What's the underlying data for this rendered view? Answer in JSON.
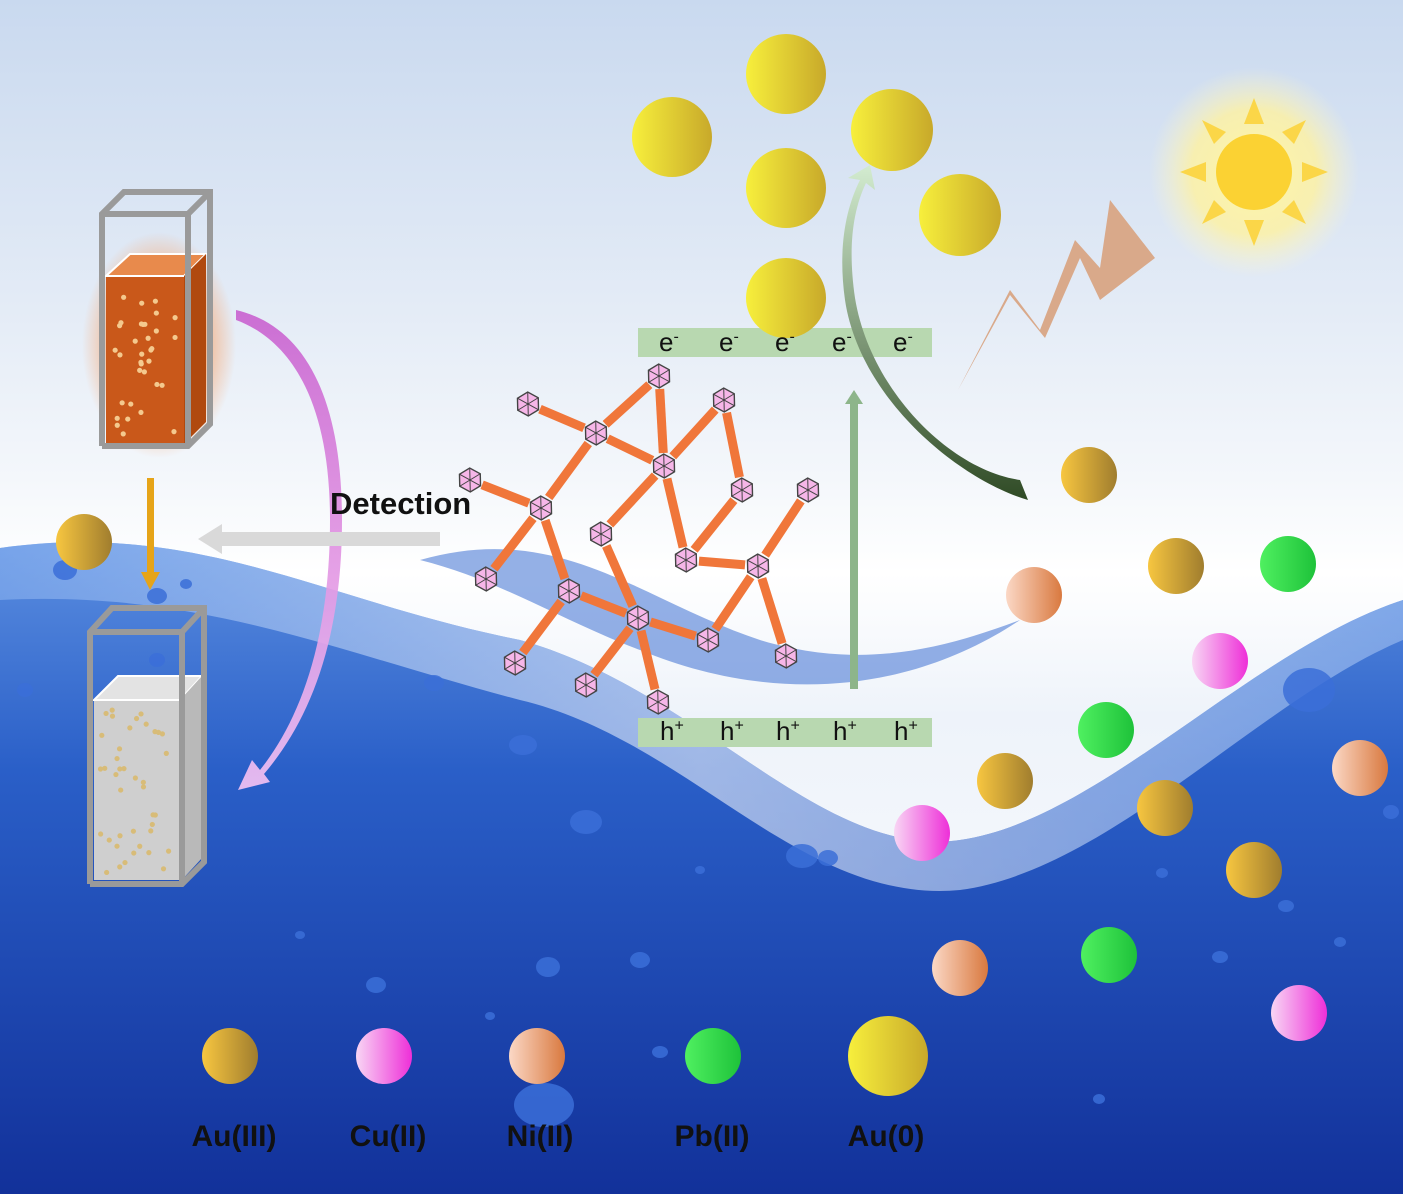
{
  "diagram": {
    "detection_label": "Detection",
    "electron_label": "e",
    "electron_superscript": "-",
    "hole_label": "h",
    "hole_superscript": "+",
    "electron_count": 5,
    "hole_count": 5
  },
  "legend": [
    {
      "label": "Au(III)",
      "color": "#e6b53a"
    },
    {
      "label": "Cu(II)",
      "color": "#f06fd8"
    },
    {
      "label": "Ni(II)",
      "color": "#f0b48f"
    },
    {
      "label": "Pb(II)",
      "color": "#33d645"
    },
    {
      "label": "Au(0)",
      "color": "#f2e21f"
    }
  ],
  "colors": {
    "band": "#b8d8b0",
    "mof_linker": "#f0763a",
    "mof_node": "#f6b6e8",
    "lightning": "#d9a98a",
    "sun": "#fbd648",
    "vial_dark": "#c9581a",
    "detection_arrow": "#d9d9d9",
    "curve_arrow": "#d07ad8"
  }
}
